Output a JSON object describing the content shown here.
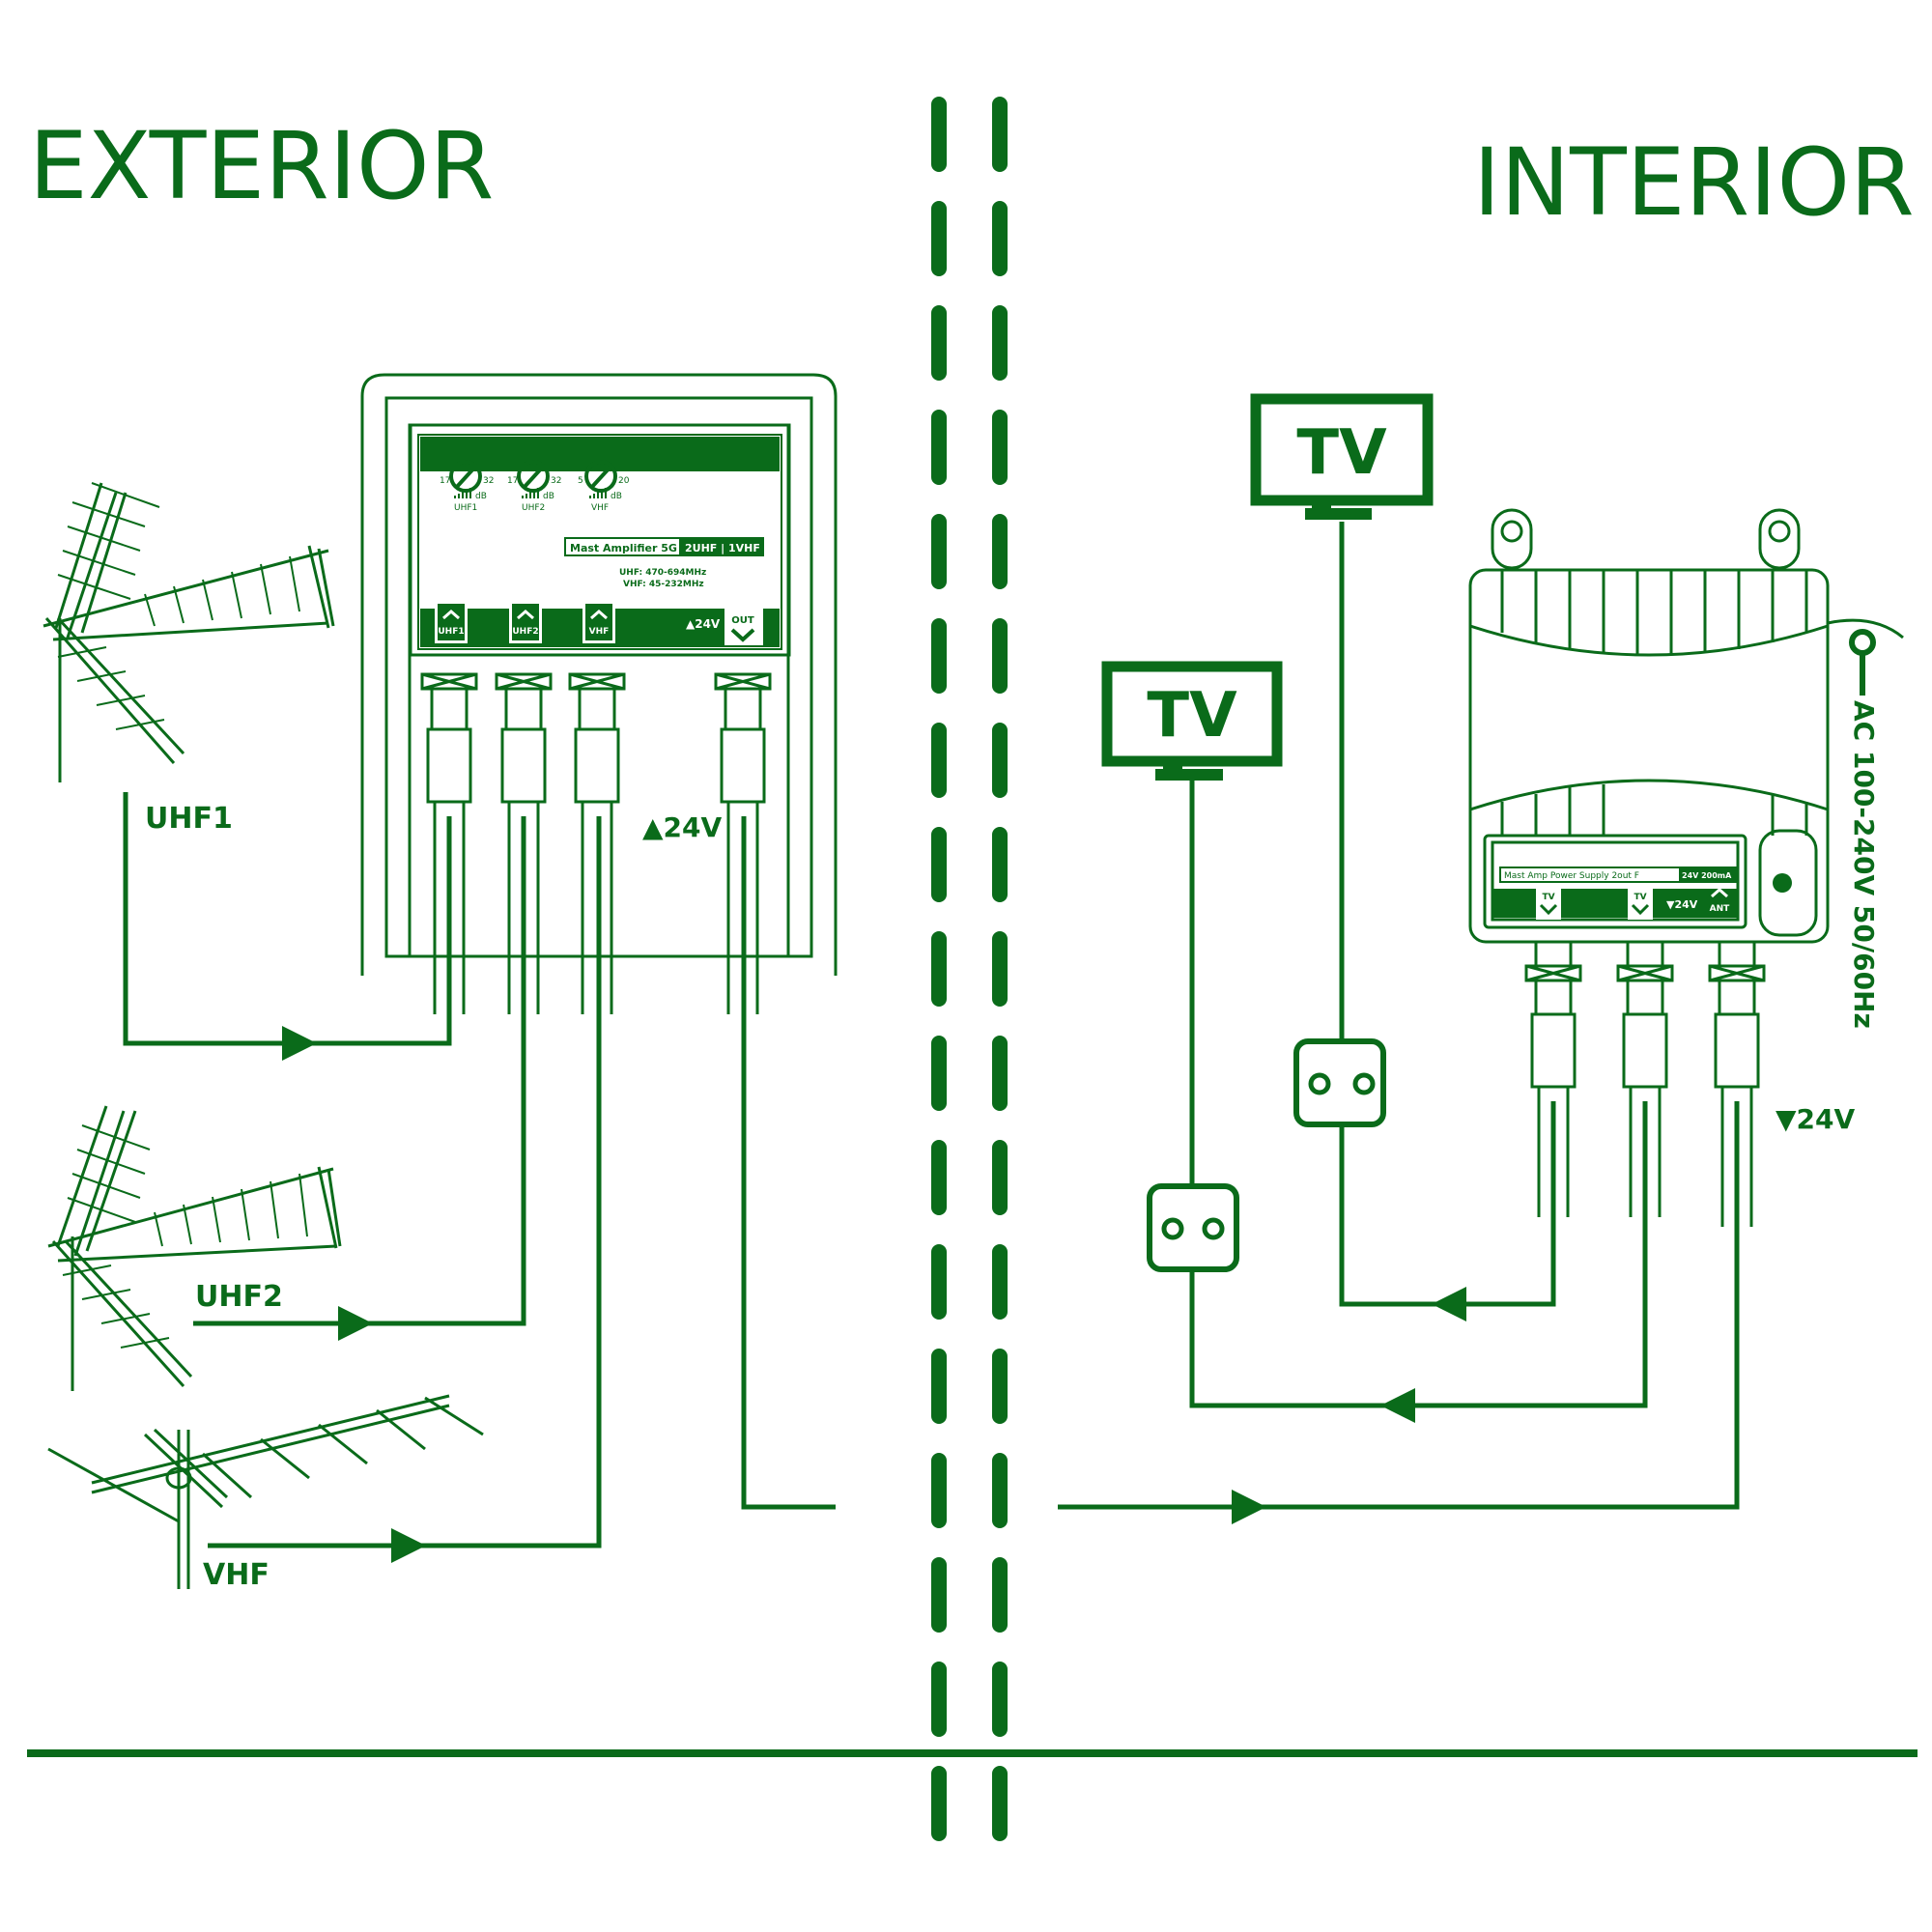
{
  "headings": {
    "exterior": "EXTERIOR",
    "interior": "INTERIOR"
  },
  "antennas": {
    "uhf1": "UHF1",
    "uhf2": "UHF2",
    "vhf": "VHF"
  },
  "amplifier": {
    "scales": [
      {
        "min": "17",
        "max": "32",
        "unit": "dB",
        "name": "UHF1"
      },
      {
        "min": "17",
        "max": "32",
        "unit": "dB",
        "name": "UHF2"
      },
      {
        "min": "5",
        "max": "20",
        "unit": "dB",
        "name": "VHF"
      }
    ],
    "model": "Mast Amplifier 5G",
    "badge": "2UHF | 1VHF",
    "freq_uhf": "UHF: 470-694MHz",
    "freq_vhf": "VHF: 45-232MHz",
    "ports": [
      "UHF1",
      "UHF2",
      "VHF"
    ],
    "voltage": "▲24V",
    "out": "OUT"
  },
  "ext_voltage": "▲24V",
  "tvs": [
    {
      "label": "TV"
    },
    {
      "label": "TV"
    }
  ],
  "power_supply": {
    "model": "Mast Amp Power Supply 2out F",
    "badge": "24V 200mA",
    "port_tv1": "TV",
    "port_tv2": "TV",
    "voltage": "▼24V",
    "ant": "ANT",
    "ac_label": "AC 100-240V 50/60Hz"
  },
  "int_voltage": "▼24V",
  "colors": {
    "accent": "#0a6b1a",
    "background": "#ffffff"
  }
}
